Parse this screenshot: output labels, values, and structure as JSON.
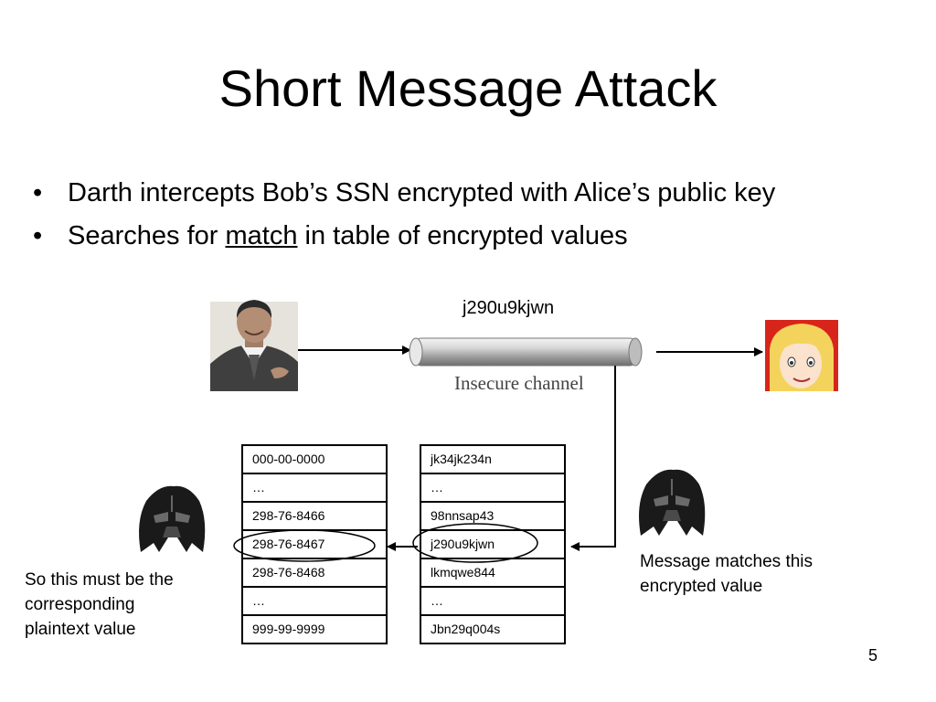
{
  "slide": {
    "title": "Short Message Attack",
    "bullets": [
      "Darth intercepts Bob’s SSN encrypted with Alice’s public key",
      {
        "before": "Searches for ",
        "underlined": "match",
        "after": " in table of encrypted values"
      }
    ],
    "page_number": "5"
  },
  "diagram": {
    "ciphertext_label": "j290u9kjwn",
    "channel_label": "Insecure channel",
    "plaintext_table": [
      "000-00-0000",
      "…",
      "298-76-8466",
      "298-76-8467",
      "298-76-8468",
      "…",
      "999-99-9999"
    ],
    "ciphertext_table": [
      "jk34jk234n",
      "…",
      "98nnsap43",
      "j290u9kjwn",
      "lkmqwe844",
      "…",
      "Jbn29q004s"
    ],
    "note_right": [
      "Message matches this",
      "encrypted value"
    ],
    "note_left": [
      "So this must be the",
      "corresponding",
      "plaintext value"
    ]
  }
}
